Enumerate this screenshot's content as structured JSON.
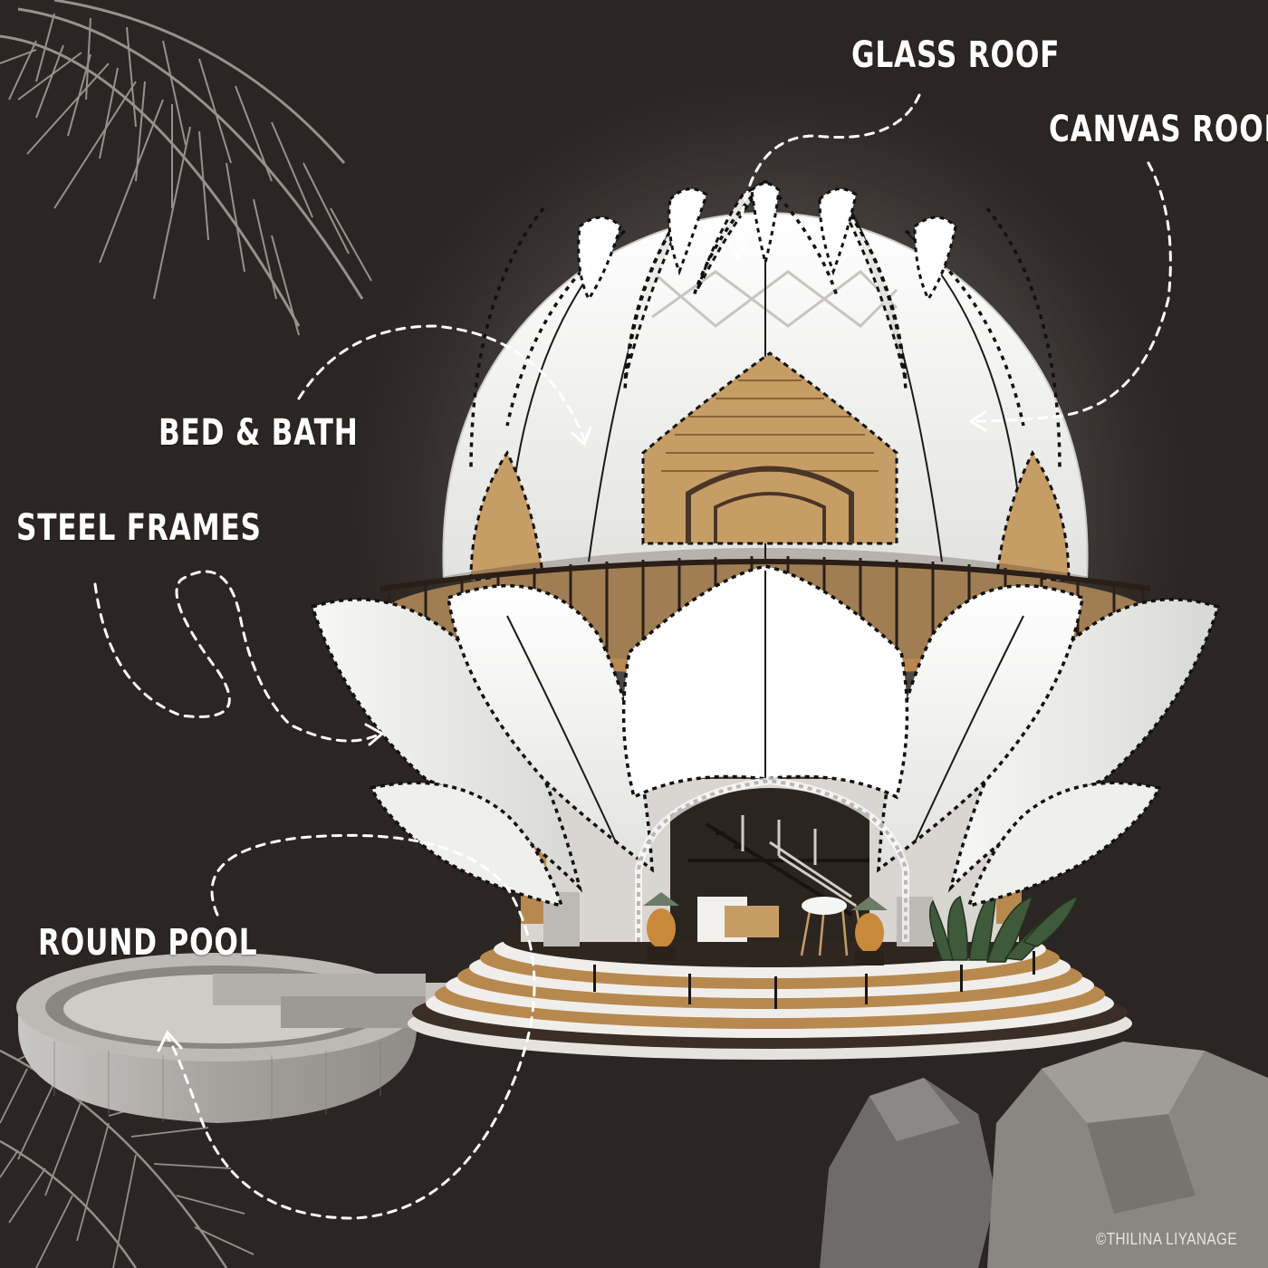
{
  "labels": {
    "glass_roof": "GLASS ROOF",
    "canvas_roof": "CANVAS ROOF",
    "bed_bath": "BED & BATH",
    "steel_frames": "STEEL FRAMES",
    "round_pool": "ROUND POOL"
  },
  "credit": "©THILINA LIYANAGE",
  "colors": {
    "background": "#2b2623",
    "canvas": "#f4f4f2",
    "timber": "#b8894f",
    "railing": "#2a1f18",
    "concrete": "#a9a6a2",
    "foliage": "#9b9590",
    "rock": "#8a8682",
    "annotation": "#ffffff"
  },
  "icons": [
    "palm-frond-icon",
    "rock-icon",
    "plant-icon",
    "statue-icon"
  ]
}
